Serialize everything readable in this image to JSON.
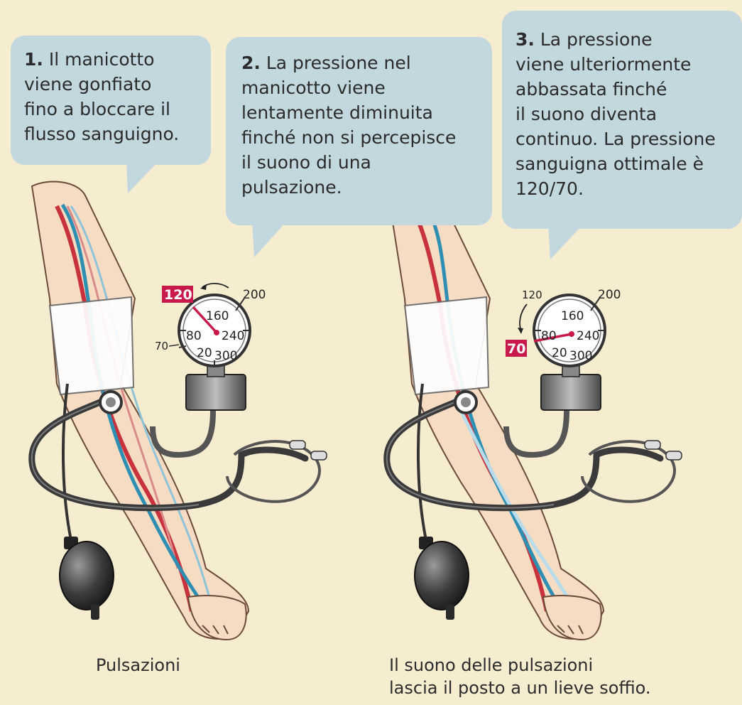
{
  "steps": [
    {
      "number": "1.",
      "text": "Il manicotto\nviene gonfiato\nfino a bloccare il\nflusso sanguigno."
    },
    {
      "number": "2.",
      "text": "La pressione nel\nmanicotto viene\nlentamente diminuita\nfinché non si percepisce\nil suono di una\npulsazione."
    },
    {
      "number": "3.",
      "text": "La pressione\nviene ulteriormente\nabbassata finché\nil suono diventa\ncontinuo. La pressione\nsanguigna ottimale è\n120/70."
    }
  ],
  "gauge_left": {
    "scale_labels": [
      "160",
      "80",
      "240",
      "20",
      "300",
      "200"
    ],
    "outer_label": "70",
    "highlight_value": "120"
  },
  "gauge_right": {
    "scale_labels": [
      "160",
      "80",
      "240",
      "20",
      "300",
      "200"
    ],
    "outer_label": "120",
    "highlight_value": "70"
  },
  "captions": {
    "left": "Pulsazioni",
    "right": "Il suono delle pulsazioni\nlascia il posto a un lieve soffio."
  },
  "colors": {
    "background": "#f6eccf",
    "bubble": "#c3d7df",
    "highlight": "#c8194b",
    "artery": "#c8323c",
    "vein": "#2f8fb3",
    "skin": "#f7dcc4"
  }
}
